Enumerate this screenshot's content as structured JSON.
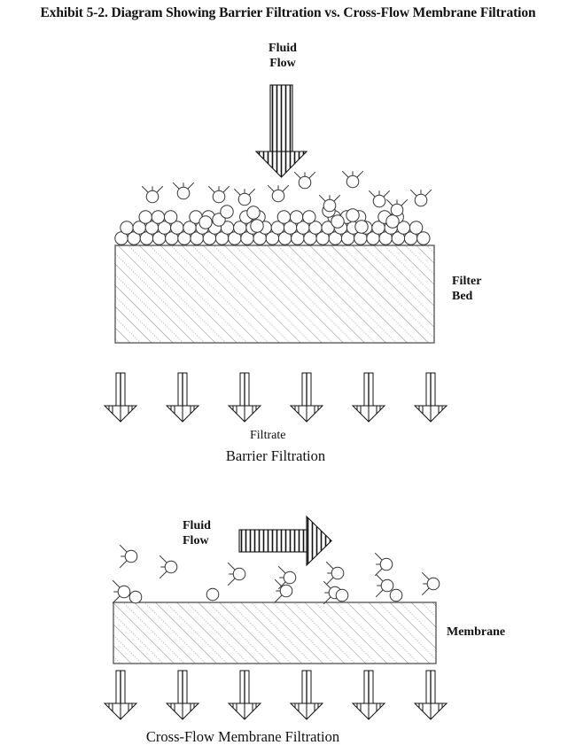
{
  "title": "Exhibit 5-2. Diagram Showing Barrier Filtration vs. Cross-Flow Membrane Filtration",
  "barrier": {
    "flow_label_line1": "Fluid",
    "flow_label_line2": "Flow",
    "flow_direction": "down",
    "medium_label_line1": "Filter",
    "medium_label_line2": "Bed",
    "filtrate_label": "Filtrate",
    "caption": "Barrier Filtration",
    "filtrate_arrow_count": 6
  },
  "crossflow": {
    "flow_label_line1": "Fluid",
    "flow_label_line2": "Flow",
    "flow_direction": "right",
    "medium_label": "Membrane",
    "caption": "Cross-Flow Membrane Filtration",
    "filtrate_arrow_count": 6
  },
  "colors": {
    "ink": "#111111",
    "hatch": "#555555",
    "background": "#ffffff"
  }
}
